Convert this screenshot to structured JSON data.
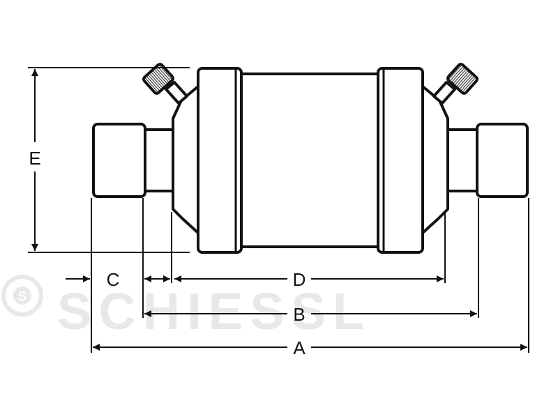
{
  "diagram": {
    "labels": {
      "a": "A",
      "b": "B",
      "c": "C",
      "d": "D",
      "e": "E"
    }
  },
  "watermark": {
    "brand": "SCHIESSL",
    "logo_glyph": "S"
  },
  "colors": {
    "ink": "#111111",
    "watermark": "#e8e8e8"
  }
}
